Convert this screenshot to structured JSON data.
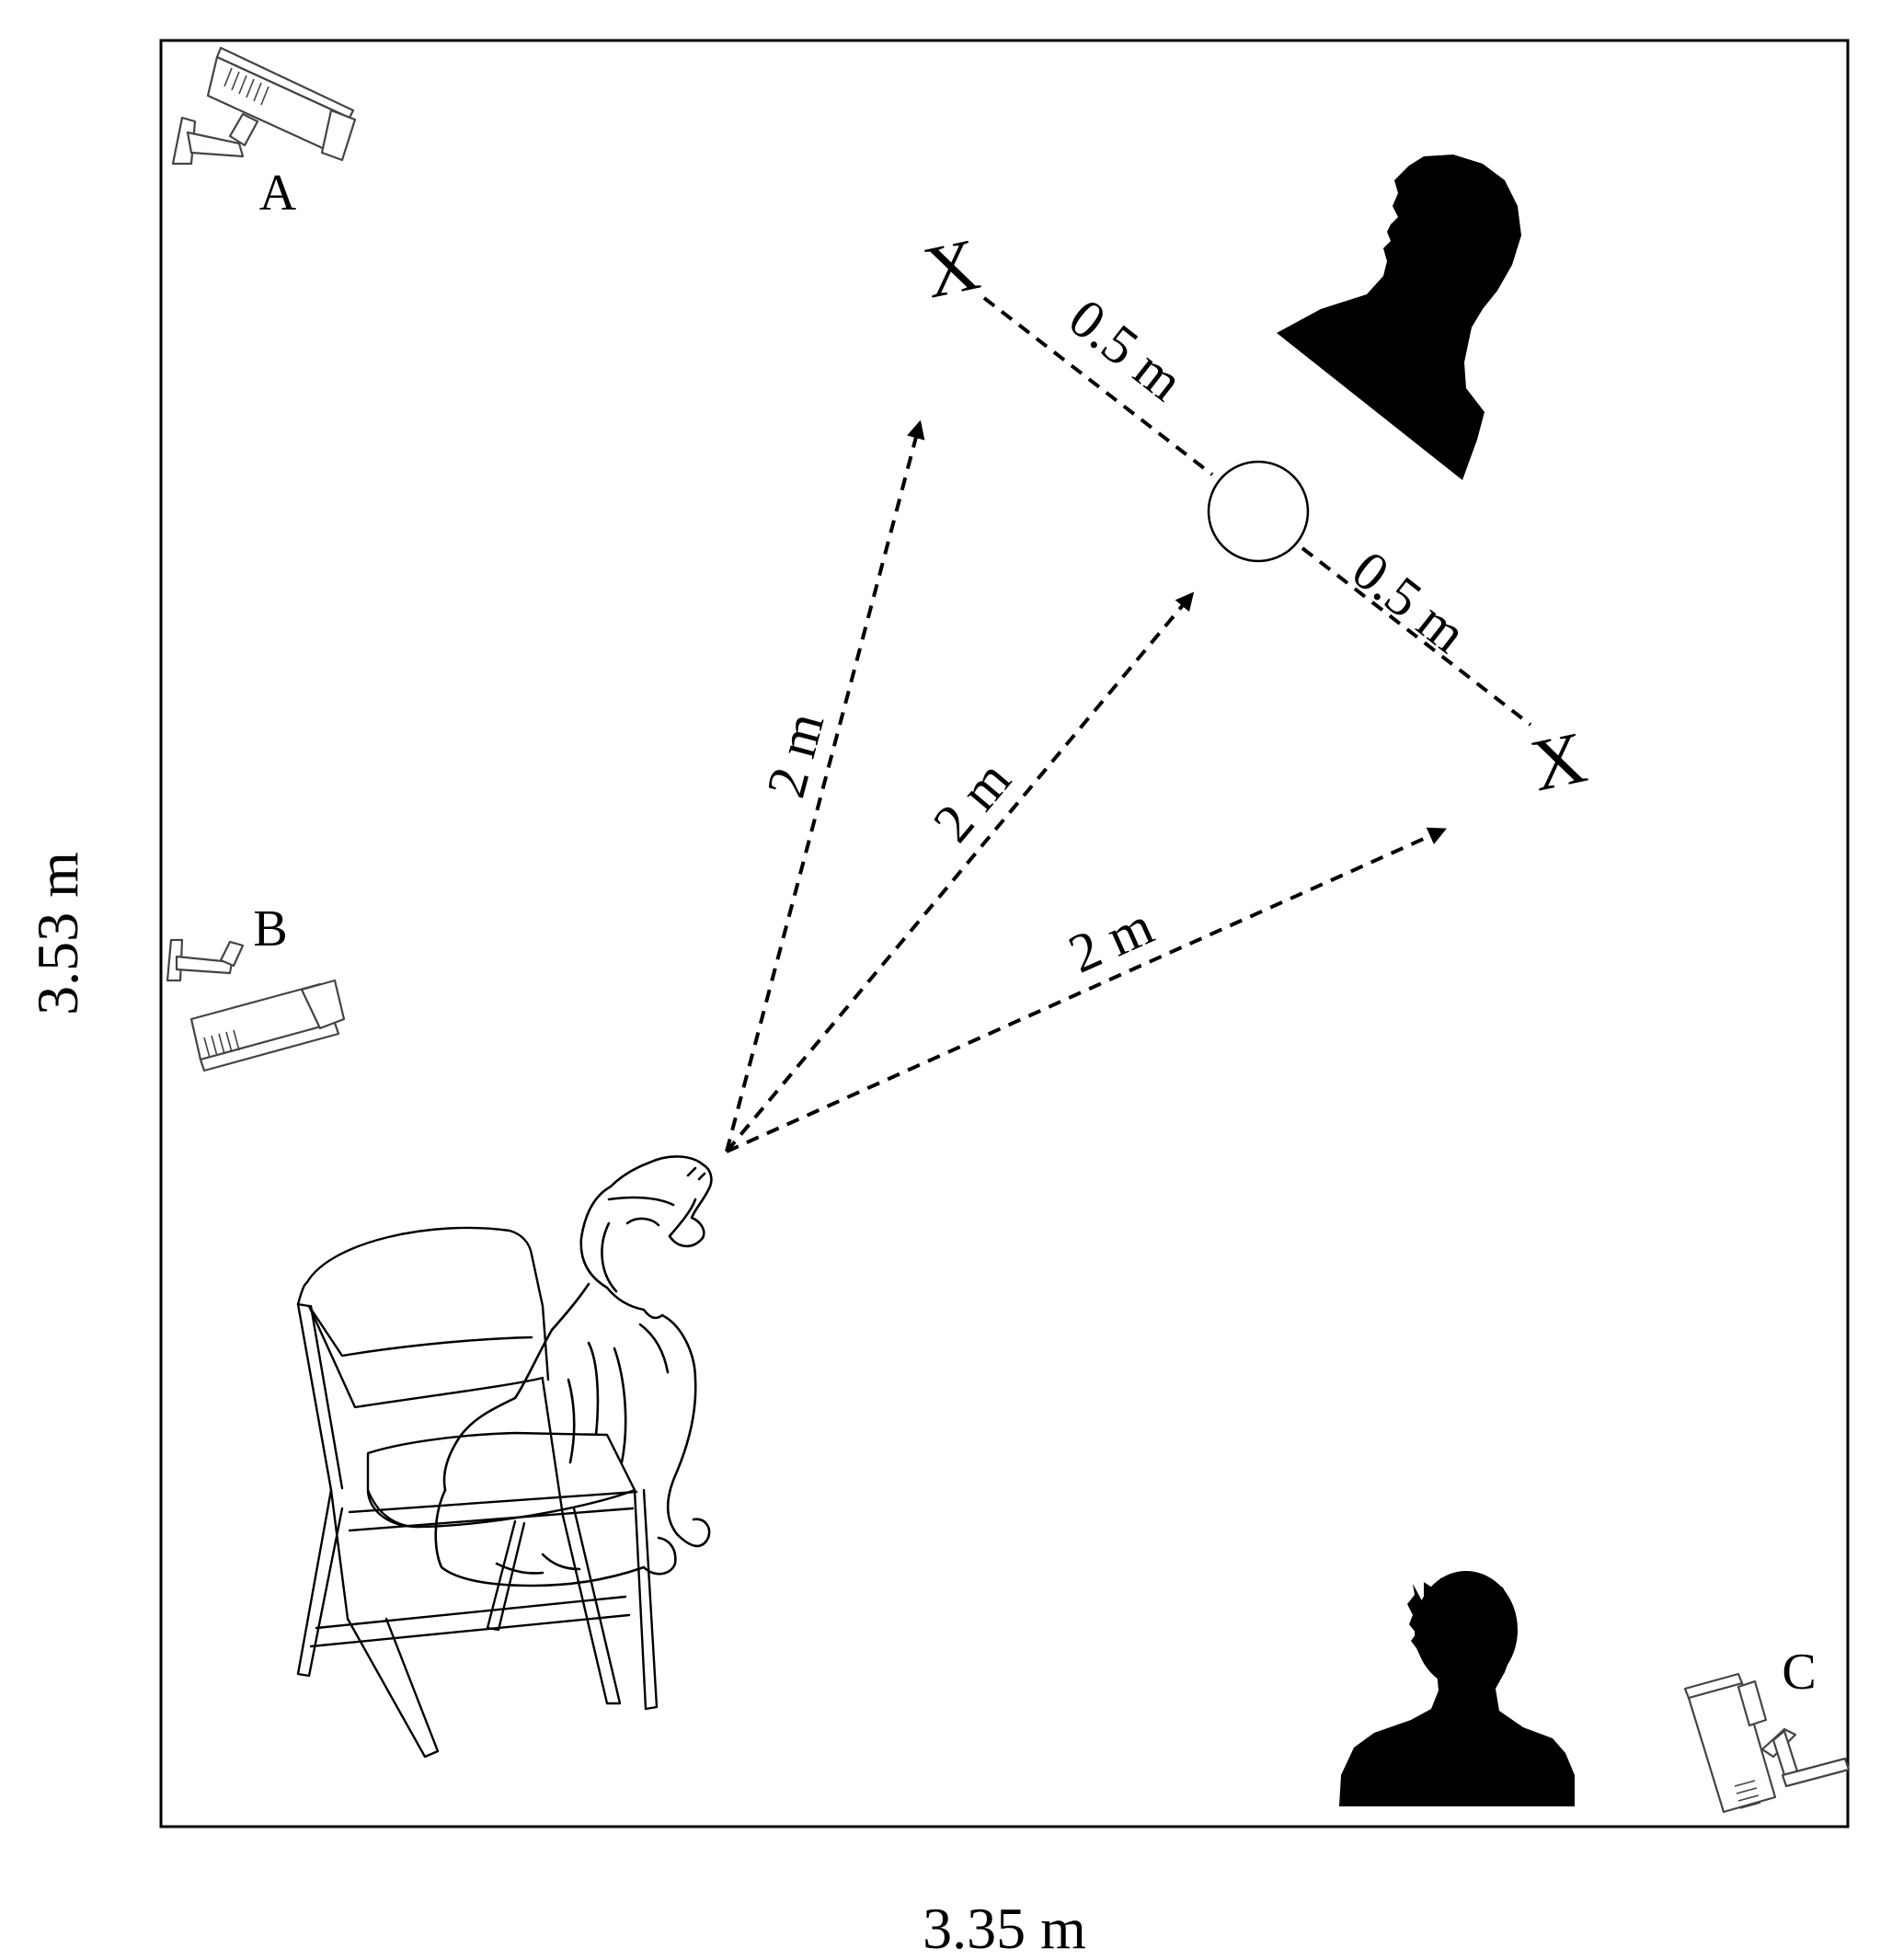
{
  "room": {
    "width_label": "3.35 m",
    "height_label": "3.53 m"
  },
  "cameras": [
    {
      "id": "A",
      "label": "A"
    },
    {
      "id": "B",
      "label": "B"
    },
    {
      "id": "C",
      "label": "C"
    }
  ],
  "distances": {
    "dog_to_left_x": "2 m",
    "dog_to_center": "2 m",
    "dog_to_right_x": "2 m",
    "center_to_left_x": "0.5 m",
    "center_to_right_x": "0.5 m"
  },
  "markers": {
    "left_x": "X",
    "right_x": "X"
  },
  "colors": {
    "ink": "#000000",
    "background": "#ffffff",
    "line_drawing": "#444444"
  }
}
